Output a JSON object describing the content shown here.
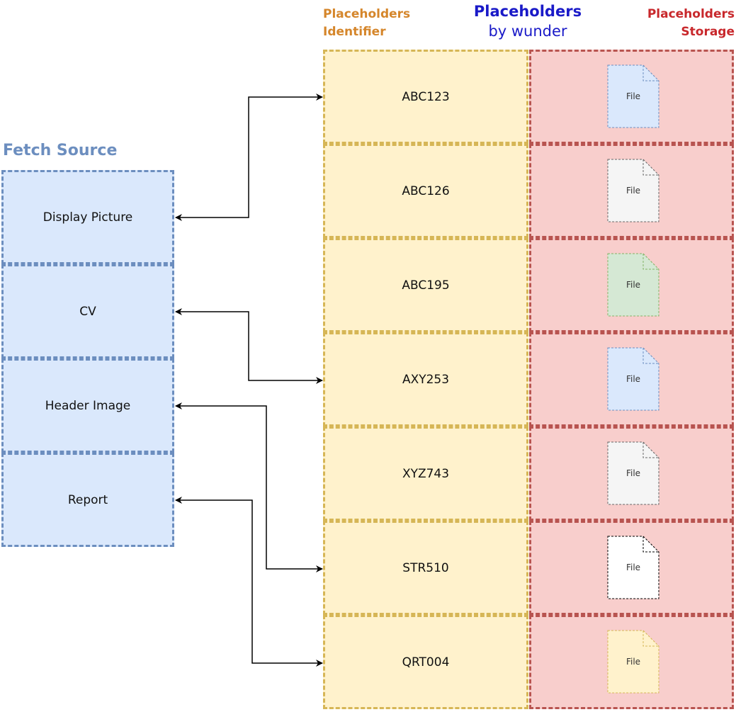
{
  "headers": {
    "identifier": [
      "Placeholders",
      "Identifier"
    ],
    "wunder": [
      "Placeholders",
      "by wunder"
    ],
    "storage": [
      "Placeholders",
      "Storage"
    ],
    "fetch_source": "Fetch Source"
  },
  "sources": [
    {
      "label": "Display Picture"
    },
    {
      "label": "CV"
    },
    {
      "label": "Header Image"
    },
    {
      "label": "Report"
    }
  ],
  "identifiers": [
    {
      "label": "ABC123"
    },
    {
      "label": "ABC126"
    },
    {
      "label": "ABC195"
    },
    {
      "label": "AXY253"
    },
    {
      "label": "XYZ743"
    },
    {
      "label": "STR510"
    },
    {
      "label": "QRT004"
    }
  ],
  "files": [
    {
      "label": "File",
      "fill": "#dae8fc",
      "stroke": "#6c8ebf",
      "icon": "file-icon"
    },
    {
      "label": "File",
      "fill": "#f5f5f5",
      "stroke": "#666666",
      "icon": "file-icon"
    },
    {
      "label": "File",
      "fill": "#d5e8d4",
      "stroke": "#82b366",
      "icon": "file-icon"
    },
    {
      "label": "File",
      "fill": "#dae8fc",
      "stroke": "#6c8ebf",
      "icon": "file-icon"
    },
    {
      "label": "File",
      "fill": "#f5f5f5",
      "stroke": "#666666",
      "icon": "file-icon"
    },
    {
      "label": "File",
      "fill": "#ffffff",
      "stroke": "#000000",
      "icon": "file-icon"
    },
    {
      "label": "File",
      "fill": "#fff2cc",
      "stroke": "#d6b656",
      "icon": "file-icon"
    }
  ],
  "links": [
    {
      "source": "Display Picture",
      "identifier": "ABC123"
    },
    {
      "source": "CV",
      "identifier": "AXY253"
    },
    {
      "source": "Header Image",
      "identifier": "STR510"
    },
    {
      "source": "Report",
      "identifier": "QRT004"
    }
  ],
  "colors": {
    "source_fill": "#dae8fc",
    "source_stroke": "#6c8ebf",
    "identifier_fill": "#fff2cc",
    "identifier_stroke": "#d6b656",
    "storage_fill": "#f8cecc",
    "storage_stroke": "#b85450"
  }
}
